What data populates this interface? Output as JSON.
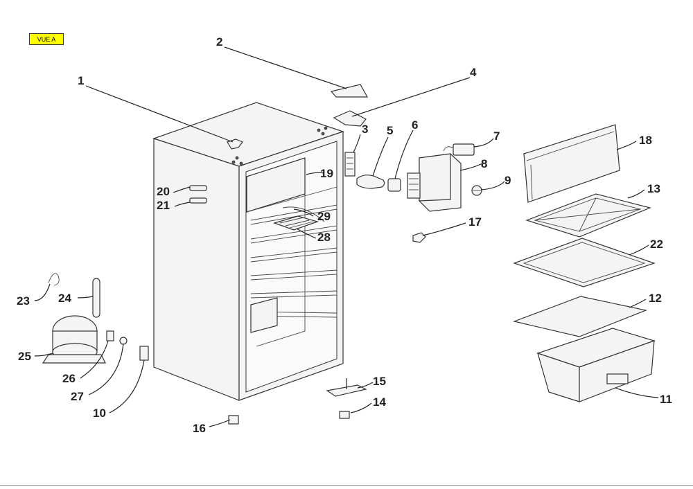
{
  "tag": {
    "label": "VUE A",
    "color": "#ffff00"
  },
  "labels": {
    "p1": "1",
    "p2": "2",
    "p3": "3",
    "p4": "4",
    "p5": "5",
    "p6": "6",
    "p7": "7",
    "p8": "8",
    "p9": "9",
    "p10": "10",
    "p11": "11",
    "p12": "12",
    "p13": "13",
    "p14": "14",
    "p15": "15",
    "p16": "16",
    "p17": "17",
    "p18": "18",
    "p19": "19",
    "p20": "20",
    "p21": "21",
    "p22": "22",
    "p23": "23",
    "p24": "24",
    "p25": "25",
    "p26": "26",
    "p27": "27",
    "p28": "28",
    "p29": "29"
  }
}
